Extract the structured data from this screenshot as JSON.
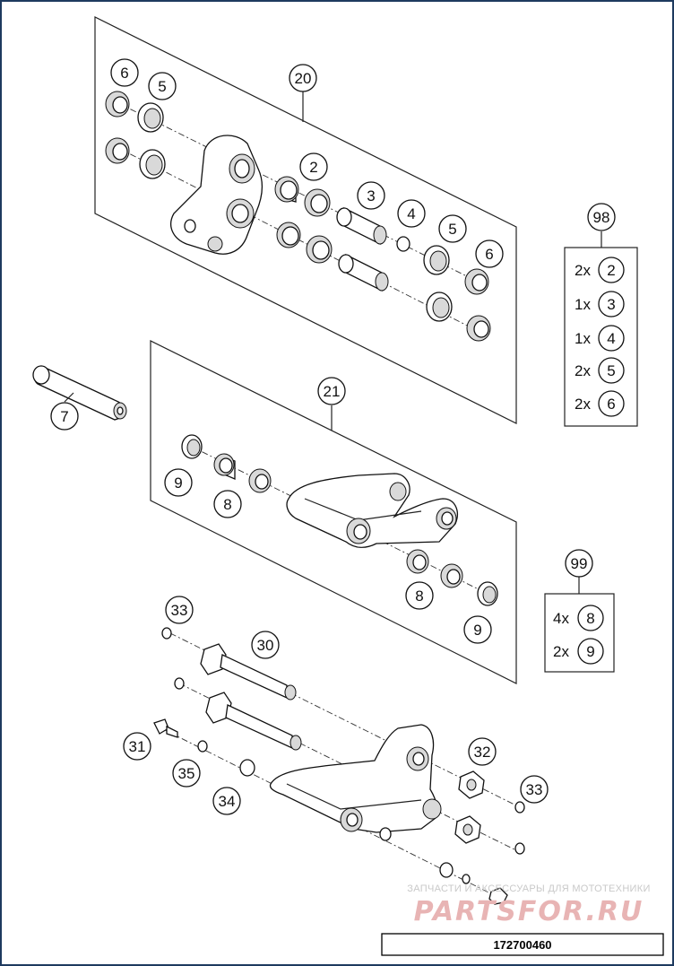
{
  "callouts": {
    "c20": "20",
    "c6a": "6",
    "c5a": "5",
    "c2": "2",
    "c3": "3",
    "c4": "4",
    "c5b": "5",
    "c6b": "6",
    "c7": "7",
    "c21": "21",
    "c9a": "9",
    "c8a": "8",
    "c8b": "8",
    "c9b": "9",
    "c33a": "33",
    "c30": "30",
    "c31": "31",
    "c35": "35",
    "c34": "34",
    "c32": "32",
    "c33b": "33"
  },
  "kit98": {
    "title": "98",
    "rows": [
      {
        "qty": "2x",
        "ref": "2"
      },
      {
        "qty": "1x",
        "ref": "3"
      },
      {
        "qty": "1x",
        "ref": "4"
      },
      {
        "qty": "2x",
        "ref": "5"
      },
      {
        "qty": "2x",
        "ref": "6"
      }
    ]
  },
  "kit99": {
    "title": "99",
    "rows": [
      {
        "qty": "4x",
        "ref": "8"
      },
      {
        "qty": "2x",
        "ref": "9"
      }
    ]
  },
  "watermark": {
    "line1": "ЗАПЧАСТИ И АКСЕССУАРЫ ДЛЯ МОТОТЕХНИКИ",
    "line2": "PARTSFOR.RU"
  },
  "drawing_number": "172700460"
}
